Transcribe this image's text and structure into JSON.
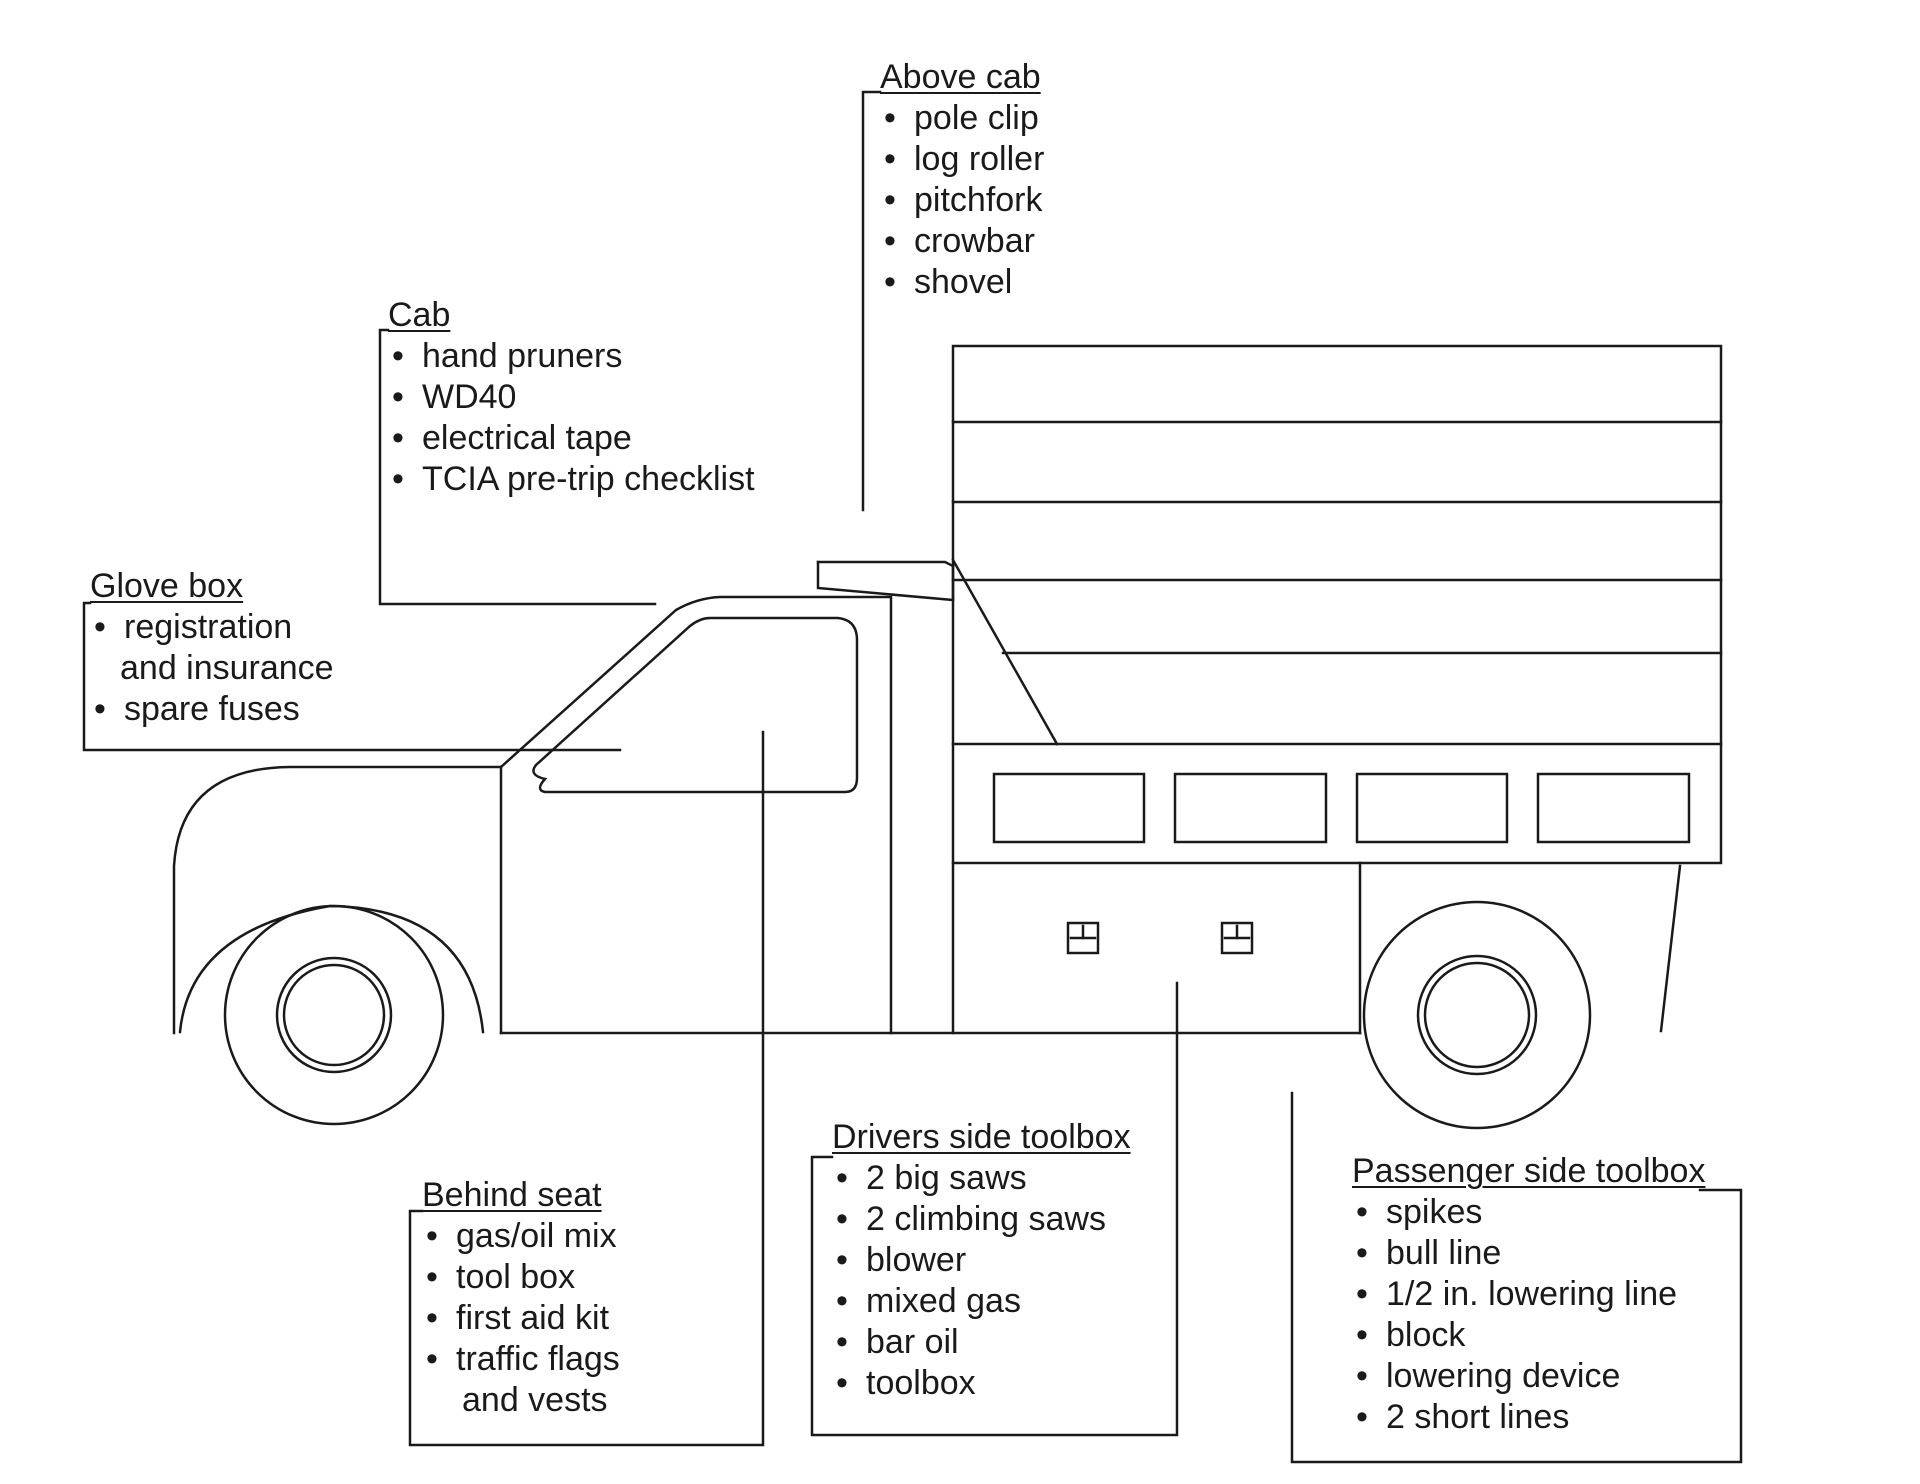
{
  "diagram": {
    "line_color": "#1a1a1a",
    "background": "#ffffff",
    "callouts": {
      "above_cab": {
        "title": "Above cab",
        "items": [
          "pole clip",
          "log roller",
          "pitchfork",
          "crowbar",
          "shovel"
        ]
      },
      "cab": {
        "title": "Cab",
        "items": [
          "hand pruners",
          "WD40",
          "electrical tape",
          "TCIA pre-trip checklist"
        ]
      },
      "glove_box": {
        "title": "Glove box",
        "items": [
          {
            "line1": "registration",
            "line2": "and insurance"
          },
          {
            "line1": "spare fuses"
          }
        ]
      },
      "behind_seat": {
        "title": "Behind seat",
        "items": [
          {
            "line1": "gas/oil mix"
          },
          {
            "line1": "tool box"
          },
          {
            "line1": "first aid kit"
          },
          {
            "line1": "traffic flags",
            "line2": "and vests"
          }
        ]
      },
      "drivers_side_toolbox": {
        "title": "Drivers side toolbox",
        "items": [
          "2 big saws",
          "2 climbing saws",
          "blower",
          "mixed gas",
          "bar oil",
          "toolbox"
        ]
      },
      "passenger_side_toolbox": {
        "title": "Passenger side toolbox",
        "items": [
          "spikes",
          "bull line",
          "1/2 in. lowering line",
          "block",
          "lowering device",
          "2 short lines"
        ]
      }
    },
    "icons": [
      "truck-outline",
      "toolbox-latch-icon"
    ]
  }
}
